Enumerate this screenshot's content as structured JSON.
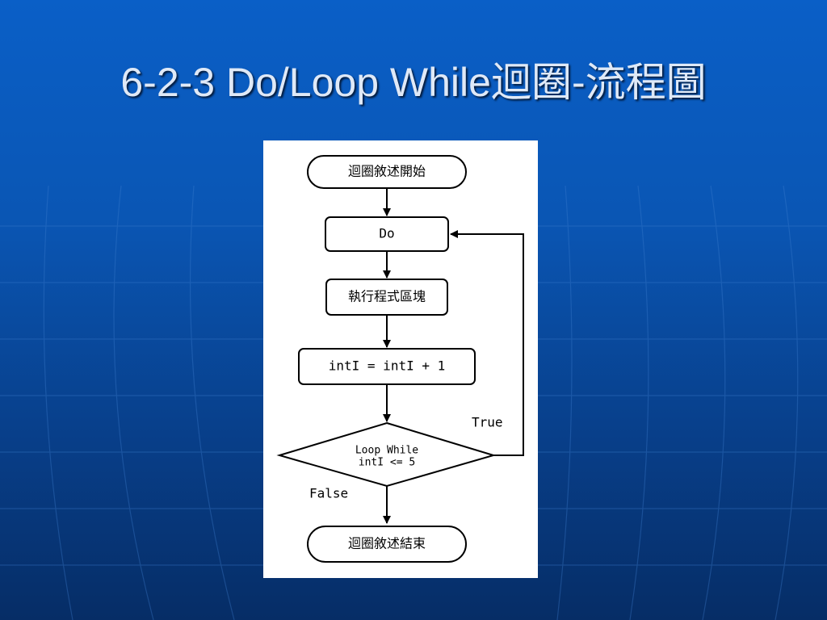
{
  "slide": {
    "title": "6-2-3 Do/Loop While迴圈-流程圖"
  },
  "flowchart": {
    "start": "迴圈敘述開始",
    "do": "Do",
    "block": "執行程式區塊",
    "increment": "intI = intI + 1",
    "condition_line1": "Loop While",
    "condition_line2": "intI <= 5",
    "true_label": "True",
    "false_label": "False",
    "end": "迴圈敘述結束"
  },
  "colors": {
    "background": "#0a56b4",
    "title_text": "#dfe9f7",
    "panel": "#ffffff",
    "stroke": "#000000"
  }
}
